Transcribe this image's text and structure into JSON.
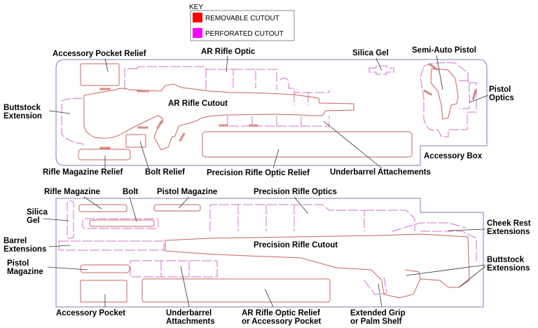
{
  "key": {
    "title": "KEY",
    "items": [
      {
        "label": "REMOVABLE CUTOUT",
        "color": "#ff0000"
      },
      {
        "label": "PERFORATED CUTOUT",
        "color": "#ff00ff"
      }
    ]
  },
  "top_panel": {
    "labels": {
      "accessory_pocket_relief": "Accessory Pocket Relief",
      "ar_rifle_optic": "AR Rifle Optic",
      "silica_gel": "Silica Gel",
      "semi_auto_pistol": "Semi-Auto Pistol",
      "pistol_optics_1": "Pistol",
      "pistol_optics_2": "Optics",
      "buttstock_extension_1": "Buttstock",
      "buttstock_extension_2": "Extension",
      "ar_rifle_cutout": "AR Rifle Cutout",
      "accessory_box": "Accessory Box",
      "rifle_magazine_relief": "Rifle Magazine Relief",
      "bolt_relief": "Bolt Relief",
      "precision_rifle_optic_relief": "Precision Rifle Optic Relief",
      "underbarrel_attachements": "Underbarrel Attachements"
    }
  },
  "bottom_panel": {
    "labels": {
      "rifle_magazine": "Rifle Magazine",
      "bolt": "Bolt",
      "pistol_magazine_top": "Pistol Magazine",
      "precision_rifle_optics": "Precision Rifle Optics",
      "silica_gel_1": "Silica",
      "silica_gel_2": "Gel",
      "barrel_extensions_1": "Barrel",
      "barrel_extensions_2": "Extensions",
      "precision_rifle_cutout": "Precision Rifle Cutout",
      "cheek_rest_1": "Cheek Rest",
      "cheek_rest_2": "Extensions",
      "pistol_magazine_1": "Pistol",
      "pistol_magazine_2": "Magazine",
      "buttstock_extensions_1": "Buttstock",
      "buttstock_extensions_2": "Extensions",
      "accessory_pocket": "Accessory Pocket",
      "underbarrel_1": "Underbarrel",
      "underbarrel_2": "Attachments",
      "ar_optic_relief_1": "AR Rifle Optic Relief",
      "ar_optic_relief_2": "or Accessory Pocket",
      "extended_grip_1": "Extended Grip",
      "extended_grip_2": "or Palm Shelf"
    }
  }
}
